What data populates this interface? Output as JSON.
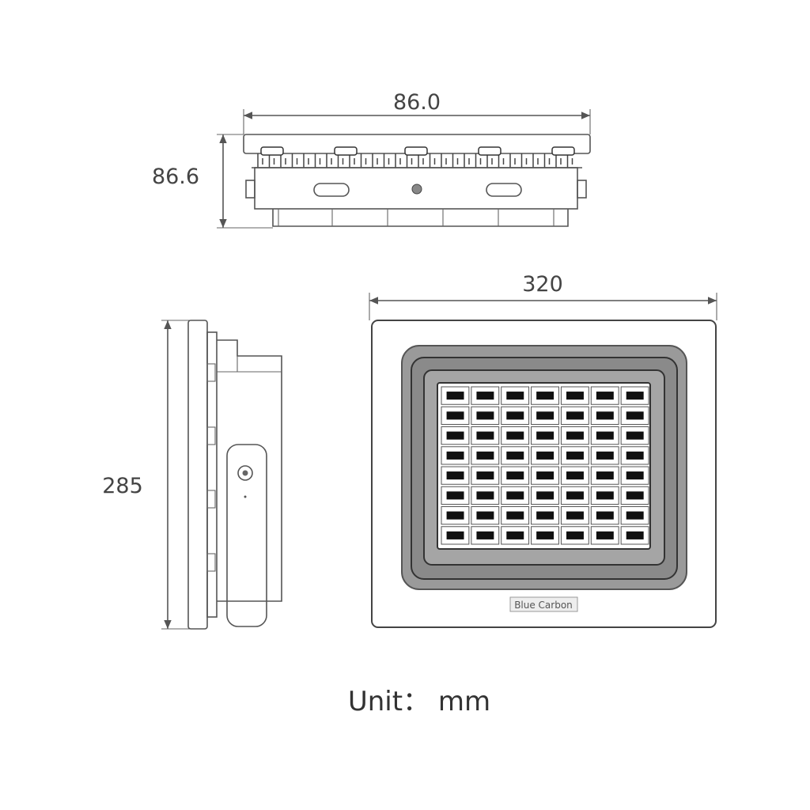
{
  "dimensions": {
    "top_width": "86.0",
    "top_height": "86.6",
    "front_width": "320",
    "side_height": "285"
  },
  "brand_label": "Blue Carbon",
  "unit_label": "Unit： mm",
  "led_grid": {
    "columns": 7,
    "rows": 8
  }
}
